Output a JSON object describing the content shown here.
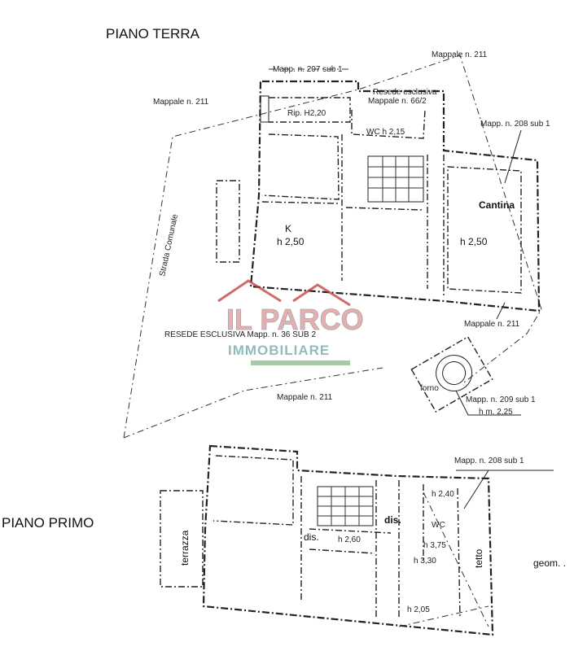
{
  "titles": {
    "ground_floor": "PIANO TERRA",
    "first_floor": "PIANO PRIMO"
  },
  "ground_floor": {
    "mappale_207": "Mapp. n. 207 sub 1",
    "mappale_211_top": "Mappale n. 211",
    "mappale_211_left": "Mappale n. 211",
    "resede_exclusive_1": "Resede esclusiva",
    "resede_exclusive_2": "Mappale n. 66/2",
    "rip": "Rip. H2,20",
    "wc": "WC h 2,15",
    "mapp_208_sub1": "Mapp. n. 208 sub 1",
    "kitchen": "K",
    "kitchen_height": "h 2,50",
    "cantina": "Cantina",
    "cantina_height": "h 2,50",
    "strada_comunale": "Strada Comunale",
    "resede_esclusiva_long": "RESEDE ESCLUSIVA Mapp. n. 36 SUB 2",
    "mappale_211_right": "Mappale n. 211",
    "mappale_211_bottom": "Mappale n. 211",
    "forno": "forno",
    "mapp_209": "Mapp. n. 209 sub 1",
    "forno_height": "h m. 2,25"
  },
  "first_floor": {
    "mapp_208": "Mapp. n. 208 sub 1",
    "terrazza": "terrazza",
    "h_240": "h 2,40",
    "dis_1": "dis.",
    "wc": "WC",
    "dis_2": "dis.",
    "h_260": "h 2,60",
    "h_375": "h 3,75",
    "h_330": "h 3,30",
    "tetto": "tetto",
    "h_205": "h 2,05",
    "geom": "geom. ."
  },
  "watermark": {
    "brand": "IL PARCO",
    "subtitle": "IMMOBILIARE",
    "colors": {
      "red": "#c23a3a",
      "teal": "#2f7f7a",
      "green": "#5a9a56",
      "gray": "#8c8c8c"
    }
  }
}
